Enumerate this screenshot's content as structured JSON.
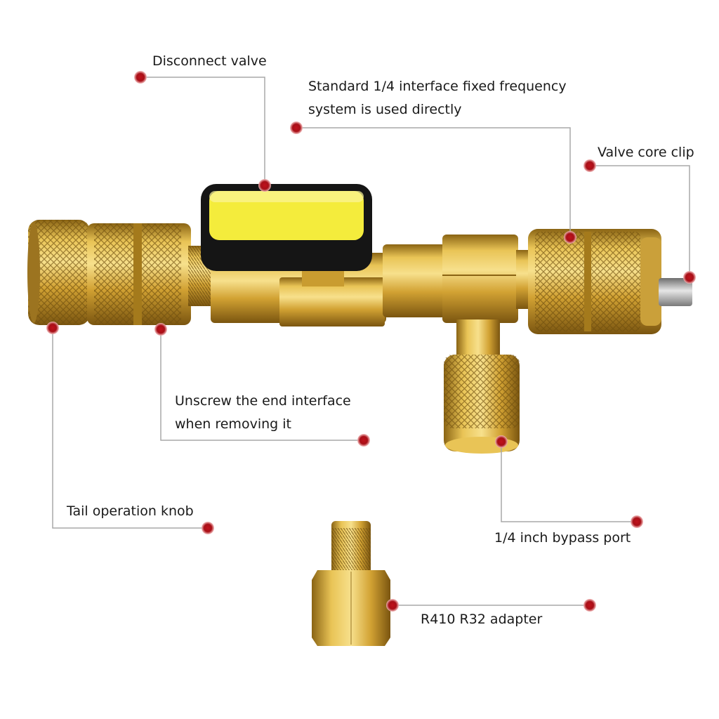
{
  "callouts": {
    "disconnect_valve": "Disconnect valve",
    "standard_interface": {
      "line1": "Standard 1/4 interface fixed frequency",
      "line2": "system is used directly"
    },
    "valve_core_clip": "Valve core clip",
    "unscrew_end": {
      "line1": "Unscrew the end interface",
      "line2": "when removing it"
    },
    "tail_knob": "Tail operation knob",
    "bypass_port": "1/4 inch bypass port",
    "r410_adapter": "R410 R32 adapter"
  },
  "colors": {
    "brass": "#d8ac35",
    "brass_dark": "#8a6414",
    "brass_light": "#f3d77a",
    "handle_yellow": "#f4ec3c",
    "handle_black": "#151515",
    "dot_red": "#b5111a",
    "leader_gray": "#a8a8a8"
  }
}
